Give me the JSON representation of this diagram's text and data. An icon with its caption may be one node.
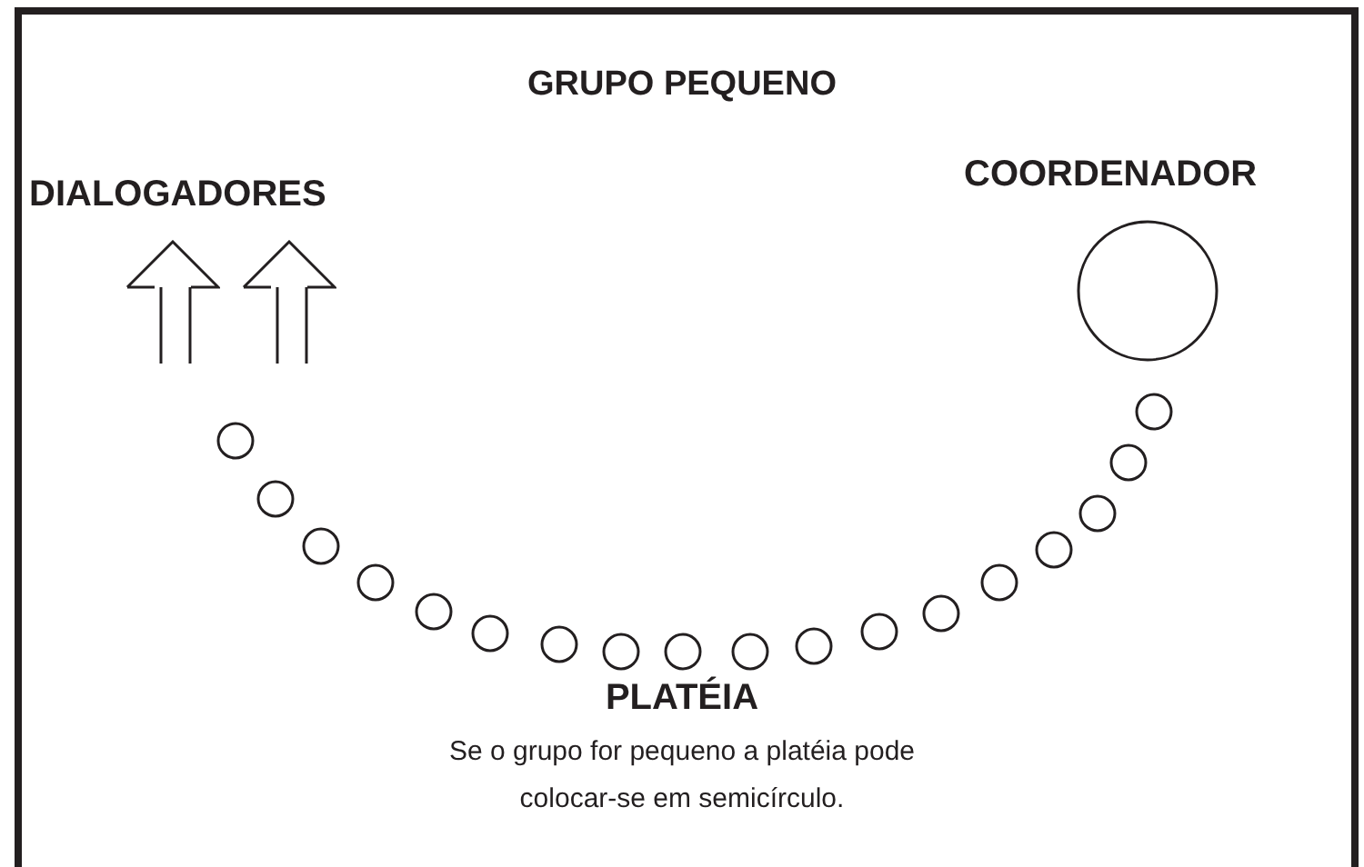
{
  "diagram": {
    "title": "GRUPO PEQUENO",
    "nodes": [
      {
        "text": [],
        "shape": "arrow"
      },
      {
        "text": [],
        "shape": "arrow"
      },
      {
        "text": [],
        "shape": "circle",
        "beside": [
          "COORDENADOR"
        ]
      },
      {
        "text": [],
        "shape": "circle"
      },
      {
        "text": [],
        "shape": "circle"
      },
      {
        "text": [],
        "shape": "circle"
      },
      {
        "text": [],
        "shape": "circle"
      },
      {
        "text": [],
        "shape": "circle"
      },
      {
        "text": [],
        "shape": "circle"
      },
      {
        "text": [],
        "shape": "circle"
      },
      {
        "text": [],
        "shape": "circle"
      },
      {
        "text": [],
        "shape": "circle"
      },
      {
        "text": [],
        "shape": "circle"
      },
      {
        "text": [],
        "shape": "circle"
      },
      {
        "text": [],
        "shape": "circle"
      },
      {
        "text": [],
        "shape": "circle"
      },
      {
        "text": [],
        "shape": "circle"
      },
      {
        "text": [],
        "shape": "circle"
      },
      {
        "text": [],
        "shape": "circle"
      },
      {
        "text": [],
        "shape": "circle"
      },
      {
        "text": [],
        "shape": "circle"
      }
    ],
    "labels": [
      "DIALOGADORES",
      "PLATÉIA",
      "Se o grupo for pequeno a platéia pode colocar-se em semicírculo."
    ]
  }
}
